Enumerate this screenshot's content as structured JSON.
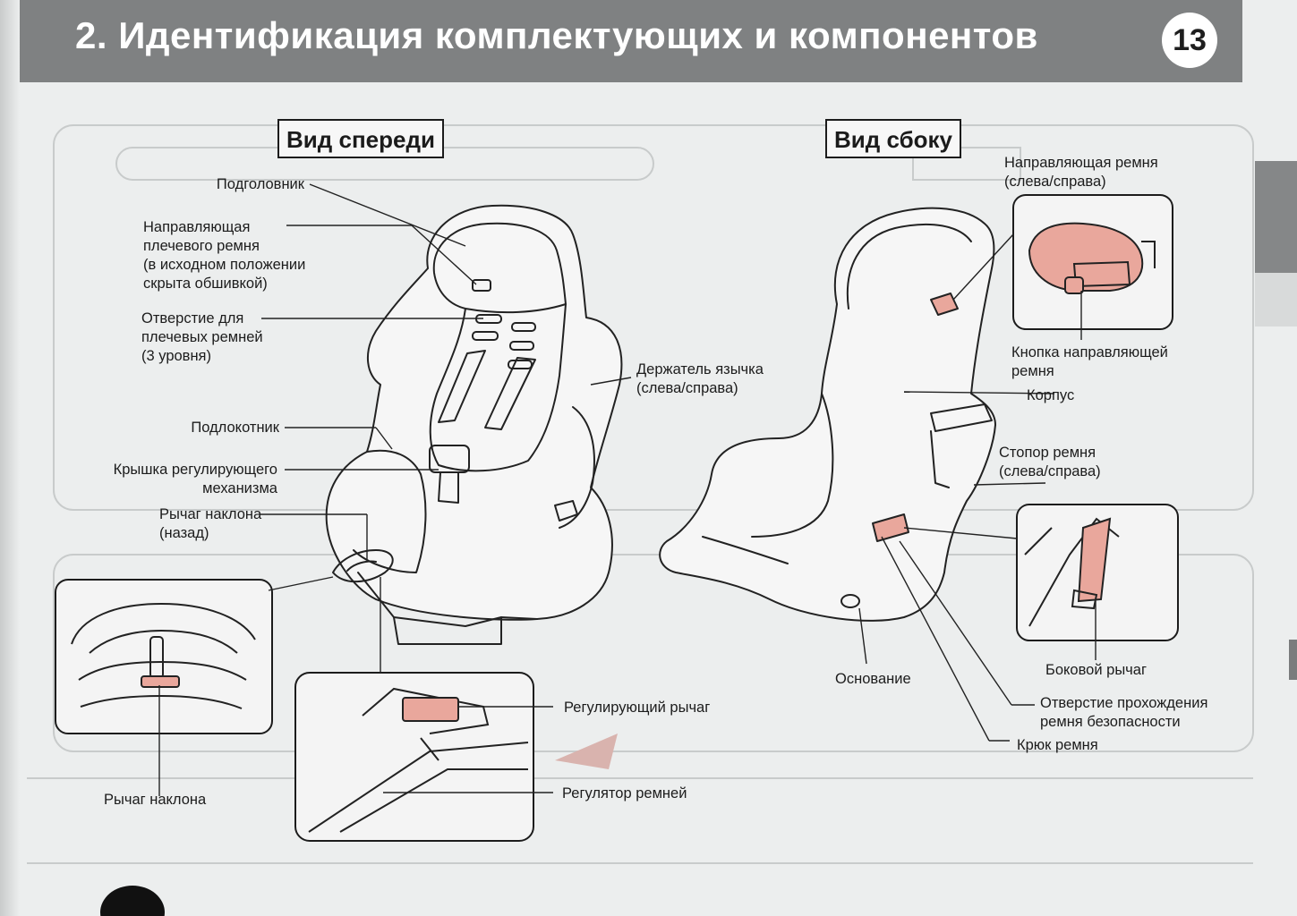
{
  "header": {
    "title": "2. Идентификация комплектующих и компонентов",
    "page_number": "13"
  },
  "views": {
    "front": "Вид спереди",
    "side": "Вид сбоку"
  },
  "labels": {
    "headrest": "Подголовник",
    "shoulder_guide": [
      "Направляющая",
      "плечевого ремня",
      "(в исходном положении",
      "скрыта обшивкой)"
    ],
    "shoulder_slots": [
      "Отверстие для",
      "плечевых ремней",
      "(3 уровня)"
    ],
    "armrest": "Подлокотник",
    "mechanism_cover": [
      "Крышка регулирующего",
      "механизма"
    ],
    "recline_lever_back": [
      "Рычаг наклона",
      "(назад)"
    ],
    "tongue_holder": [
      "Держатель язычка",
      "(слева/справа)"
    ],
    "recline_lever": "Рычаг наклона",
    "adjust_lever": "Регулирующий рычаг",
    "belt_adjuster": "Регулятор ремней",
    "belt_guide_side": [
      "Направляющая ремня",
      "(слева/справа)"
    ],
    "guide_button": [
      "Кнопка направляющей",
      "ремня"
    ],
    "body": "Корпус",
    "belt_stopper": [
      "Стопор ремня",
      "(слева/справа)"
    ],
    "side_lever": "Боковой рычаг",
    "base": "Основание",
    "belt_path": [
      "Отверстие прохождения",
      "ремня безопасности"
    ],
    "belt_hook": "Крюк ремня"
  },
  "colors": {
    "header_bg": "#7f8182",
    "highlight": "#e9a79c",
    "page_bg": "#eceeee"
  }
}
